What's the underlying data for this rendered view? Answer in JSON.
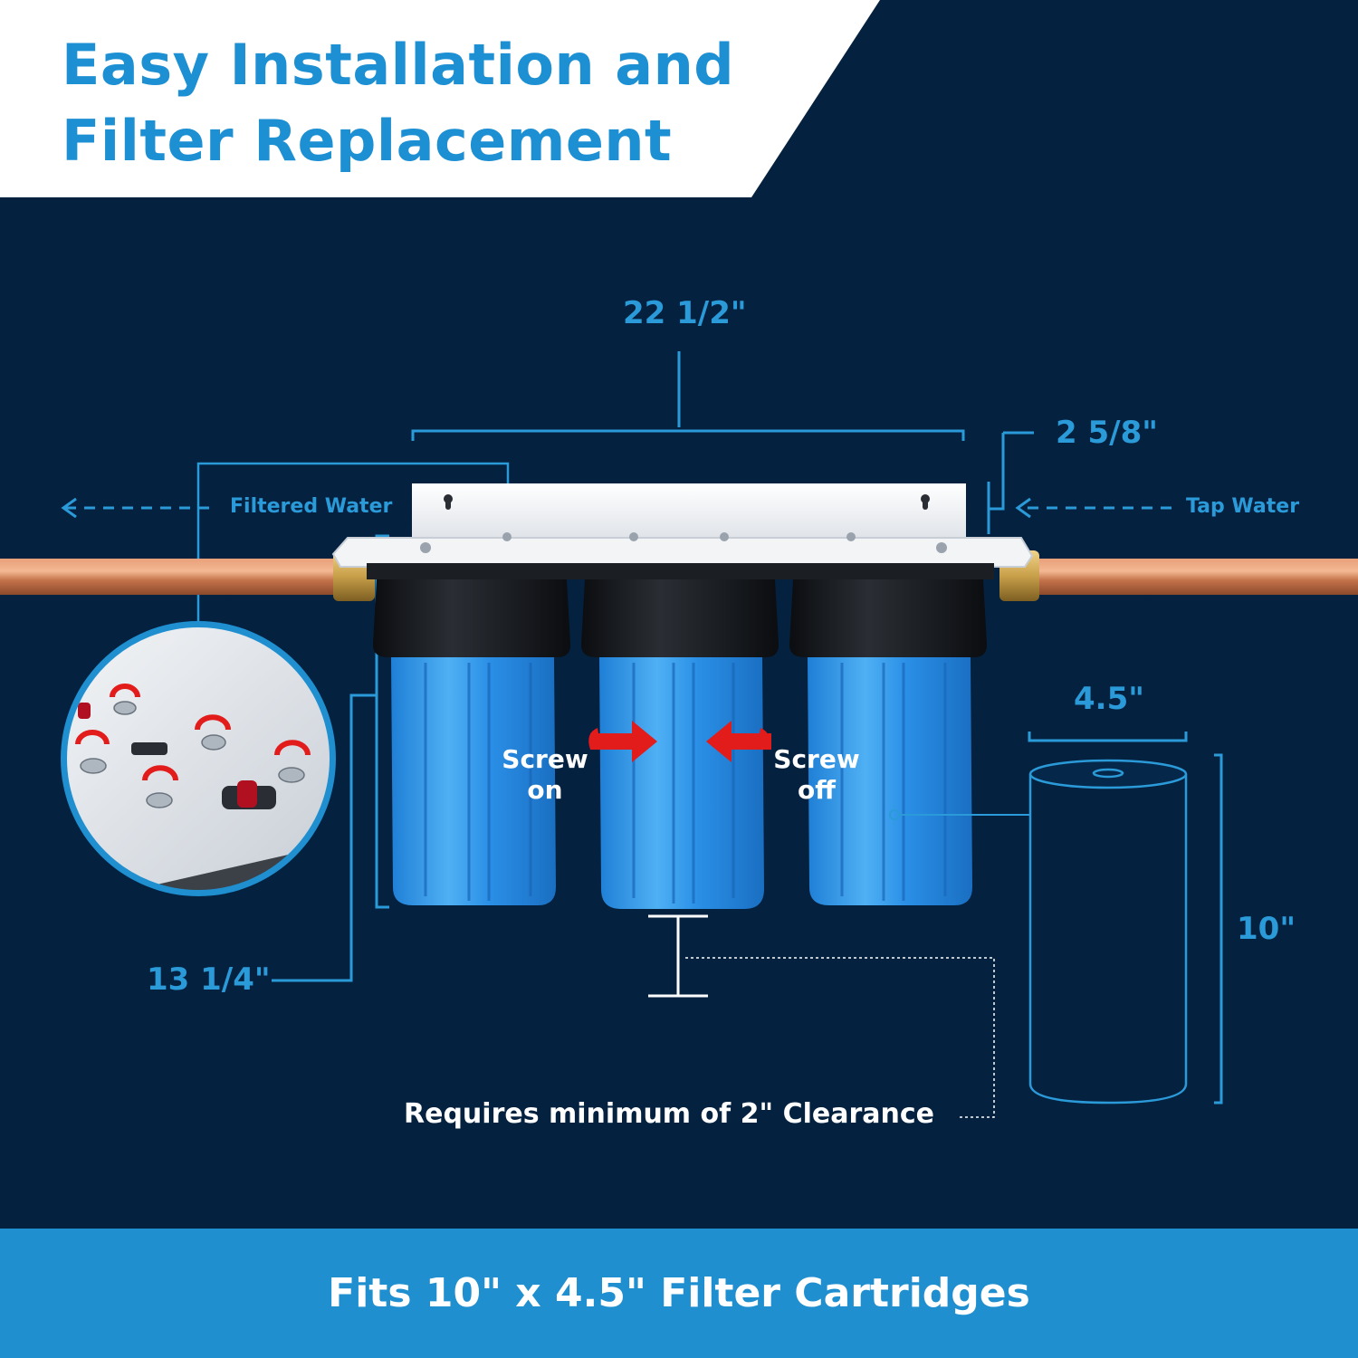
{
  "title": {
    "line1": "Easy Installation and",
    "line2": "Filter Replacement"
  },
  "dimensions": {
    "width": "22 1/2\"",
    "depth": "2 5/8\"",
    "height": "13 1/4\"",
    "cartridge_diameter": "4.5\"",
    "cartridge_length": "10\""
  },
  "flow": {
    "outlet_label": "Filtered Water",
    "inlet_label": "Tap Water"
  },
  "actions": {
    "screw_on": [
      "Screw",
      "on"
    ],
    "screw_off": [
      "Screw",
      "off"
    ]
  },
  "clearance_note": "Requires minimum of 2\" Clearance",
  "footer_text": "Fits 10\" x 4.5\" Filter Cartridges",
  "colors": {
    "background": "#04213f",
    "accent": "#1d8fd3",
    "housing_blue": "#2a8fe0",
    "cap_black": "#111418",
    "arrow_red": "#e21b1b",
    "copper": "#c9784f"
  },
  "icons": [
    "rotate-arrow-icon",
    "arrow-left-icon",
    "keyhole-icon"
  ]
}
